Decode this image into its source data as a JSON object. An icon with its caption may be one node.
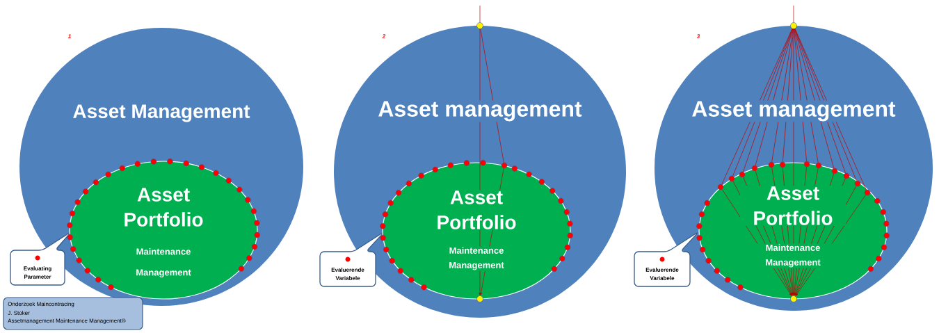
{
  "diagram": {
    "nodes": [
      {
        "text": [
          "Asset Management"
        ]
      },
      {
        "text": [
          "Asset Portfolio",
          "Maintenance Management"
        ],
        "in": 0
      },
      {
        "text": [
          "Evaluating Parameter"
        ]
      },
      {
        "text": [
          "Onderzoek Maincontracing",
          "J. Stoker",
          "Assetmanagement Maintenance Management®"
        ]
      },
      {
        "text": [],
        "shape": "circle",
        "in": 5
      },
      {
        "text": [
          "Asset management"
        ]
      },
      {
        "text": [
          "Asset Portfolio",
          "Maintenance Management"
        ],
        "in": 5
      },
      {
        "text": [],
        "shape": "circle",
        "in": 6
      },
      {
        "text": [
          "Evaluerende Variabele"
        ]
      },
      {
        "text": [],
        "shape": "circle",
        "in": 6
      },
      {
        "text": [],
        "shape": "circle",
        "in": 11
      },
      {
        "text": [
          "Asset management"
        ]
      },
      {
        "text": [
          "Asset Portfolio",
          "Maintenance Management"
        ],
        "in": 11
      },
      {
        "text": [],
        "shape": "circle",
        "in": 12
      },
      {
        "text": [],
        "shape": "circle",
        "in": 12
      },
      {
        "text": [],
        "shape": "circle",
        "in": 12
      },
      {
        "text": [],
        "shape": "circle",
        "in": 12
      },
      {
        "text": [],
        "shape": "circle",
        "in": 12
      },
      {
        "text": [],
        "shape": "circle",
        "in": 12
      },
      {
        "text": [],
        "shape": "circle",
        "in": 12
      },
      {
        "text": [],
        "shape": "circle",
        "in": 12
      },
      {
        "text": [],
        "shape": "circle",
        "in": 12
      },
      {
        "text": [],
        "shape": "circle",
        "in": 12
      },
      {
        "text": [],
        "shape": "circle",
        "in": 12
      },
      {
        "text": [],
        "shape": "circle",
        "in": 12
      },
      {
        "text": [
          "Evaluerende Variabele"
        ]
      },
      {
        "text": [],
        "shape": "circle",
        "in": 12
      }
    ],
    "edges": [
      {
        "from": null,
        "to": 4,
        "arrow": "none"
      },
      {
        "from": 4,
        "to": 9,
        "arrow": "to"
      },
      {
        "from": 4,
        "to": 7,
        "arrow": "none"
      },
      {
        "from": 7,
        "to": 9,
        "arrow": "to"
      },
      {
        "from": null,
        "to": 10,
        "arrow": "none"
      },
      {
        "from": 10,
        "to": 26,
        "arrow": "to"
      },
      {
        "from": 10,
        "to": 13,
        "arrow": "none"
      },
      {
        "from": 13,
        "to": 26,
        "arrow": "to"
      },
      {
        "from": 10,
        "to": 14,
        "arrow": "none"
      },
      {
        "from": 14,
        "to": 26,
        "arrow": "to"
      },
      {
        "from": 10,
        "to": 15,
        "arrow": "none"
      },
      {
        "from": 15,
        "to": 26,
        "arrow": "to"
      },
      {
        "from": 10,
        "to": 16,
        "arrow": "none"
      },
      {
        "from": 16,
        "to": 26,
        "arrow": "to"
      },
      {
        "from": 10,
        "to": 17,
        "arrow": "none"
      },
      {
        "from": 17,
        "to": 26,
        "arrow": "to"
      },
      {
        "from": 10,
        "to": 18,
        "arrow": "none"
      },
      {
        "from": 18,
        "to": 26,
        "arrow": "to"
      },
      {
        "from": 10,
        "to": 19,
        "arrow": "none"
      },
      {
        "from": 19,
        "to": 26,
        "arrow": "to"
      },
      {
        "from": 10,
        "to": 20,
        "arrow": "none"
      },
      {
        "from": 20,
        "to": 26,
        "arrow": "to"
      },
      {
        "from": 10,
        "to": 21,
        "arrow": "none"
      },
      {
        "from": 21,
        "to": 26,
        "arrow": "to"
      },
      {
        "from": 10,
        "to": 22,
        "arrow": "none"
      },
      {
        "from": 22,
        "to": 26,
        "arrow": "to"
      },
      {
        "from": 10,
        "to": 23,
        "arrow": "none"
      },
      {
        "from": 23,
        "to": 26,
        "arrow": "to"
      },
      {
        "from": 10,
        "to": 24,
        "arrow": "none"
      },
      {
        "from": 24,
        "to": 26,
        "arrow": "to"
      }
    ],
    "labels": [
      "1",
      "2",
      "3"
    ]
  }
}
